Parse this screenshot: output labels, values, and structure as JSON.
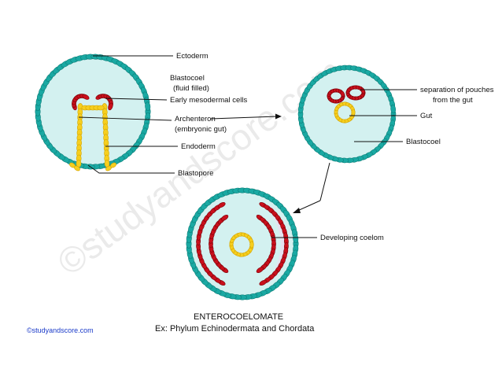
{
  "labels": {
    "ectoderm": "Ectoderm",
    "blastocoel_1": "Blastocoel",
    "blastocoel_1b": "(fluid filled)",
    "early_mesoderm": "Early mesodermal cells",
    "archenteron": "Archenteron",
    "archenteron_b": "(embryonic gut)",
    "endoderm": "Endoderm",
    "blastopore": "Blastopore",
    "pouches": "separation of pouches",
    "pouches_b": "from the gut",
    "gut": "Gut",
    "blastocoel_2": "Blastocoel",
    "coelom": "Developing coelom"
  },
  "caption": {
    "title": "ENTEROCOELOMATE",
    "subtitle": "Ex:  Phylum Echinodermata and Chordata"
  },
  "credit": "©studyandscore.com",
  "watermark": "©studyandscore.com",
  "colors": {
    "ectoderm_cell": "#1aa9a3",
    "ectoderm_dark": "#0d7f79",
    "blastocoel_fill": "#d3f1f0",
    "mesoderm_cell": "#c9101c",
    "endoderm_cell": "#f6cf1f",
    "endoderm_dark": "#d4a400",
    "credit_text": "#1b3bc9"
  }
}
